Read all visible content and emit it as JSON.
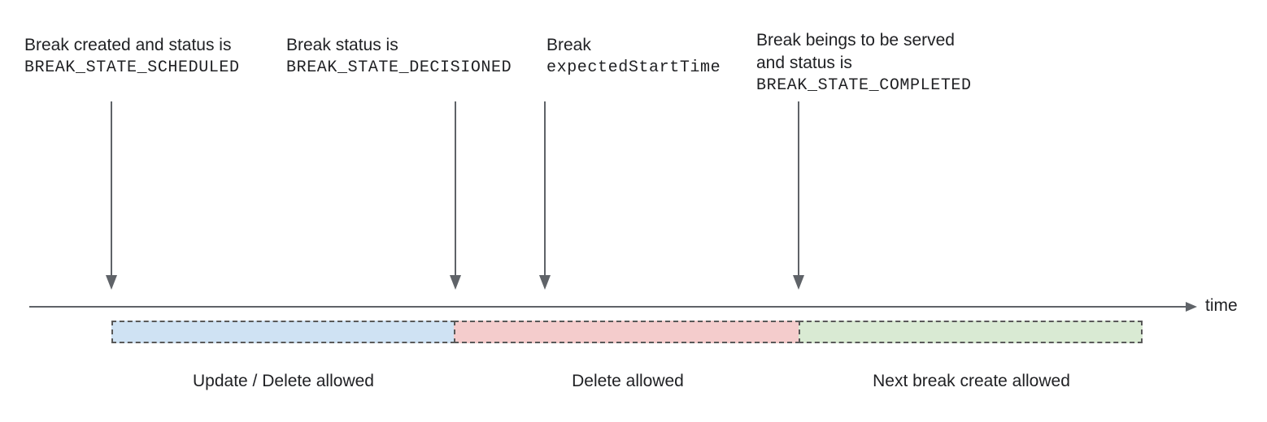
{
  "annotations": [
    {
      "lines": [
        "Break created and status is",
        "BREAK_STATE_SCHEDULED"
      ]
    },
    {
      "lines": [
        "Break status is",
        "BREAK_STATE_DECISIONED"
      ]
    },
    {
      "lines": [
        "Break",
        "expectedStartTime"
      ]
    },
    {
      "lines": [
        "Break beings to be served",
        "and status is",
        "BREAK_STATE_COMPLETED"
      ]
    }
  ],
  "timeline": {
    "label": "time"
  },
  "segments": [
    {
      "label": "Update / Delete allowed",
      "fill": "#cfe2f3"
    },
    {
      "label": "Delete allowed",
      "fill": "#f4cccc"
    },
    {
      "label": "Next break create allowed",
      "fill": "#d9ead3"
    }
  ],
  "colors": {
    "arrow": "#5f6368",
    "segment_border": "#595959",
    "text": "#202124"
  }
}
